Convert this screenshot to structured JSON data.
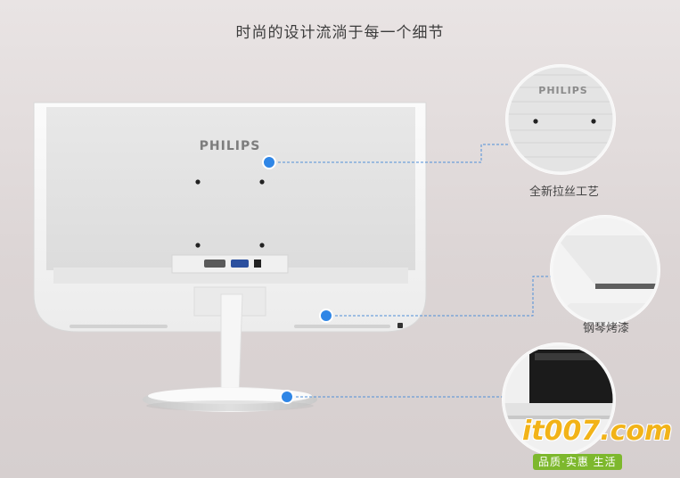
{
  "page": {
    "title": "时尚的设计流淌于每一个细节"
  },
  "monitor": {
    "brand": "PHILIPS"
  },
  "callouts": [
    {
      "id": "brushed",
      "label": "全新拉丝工艺",
      "brand": "PHILIPS"
    },
    {
      "id": "piano",
      "label": "钢琴烤漆"
    },
    {
      "id": "base",
      "label": ""
    }
  ],
  "watermark": {
    "logo": "it007.com",
    "slogan": "品质·实惠 生活"
  },
  "colors": {
    "accent_dot": "#2f86e6",
    "leader_line": "#4f8fd8"
  },
  "icons": [
    "hotspot-dot-icon",
    "magnifier-circle-icon"
  ]
}
